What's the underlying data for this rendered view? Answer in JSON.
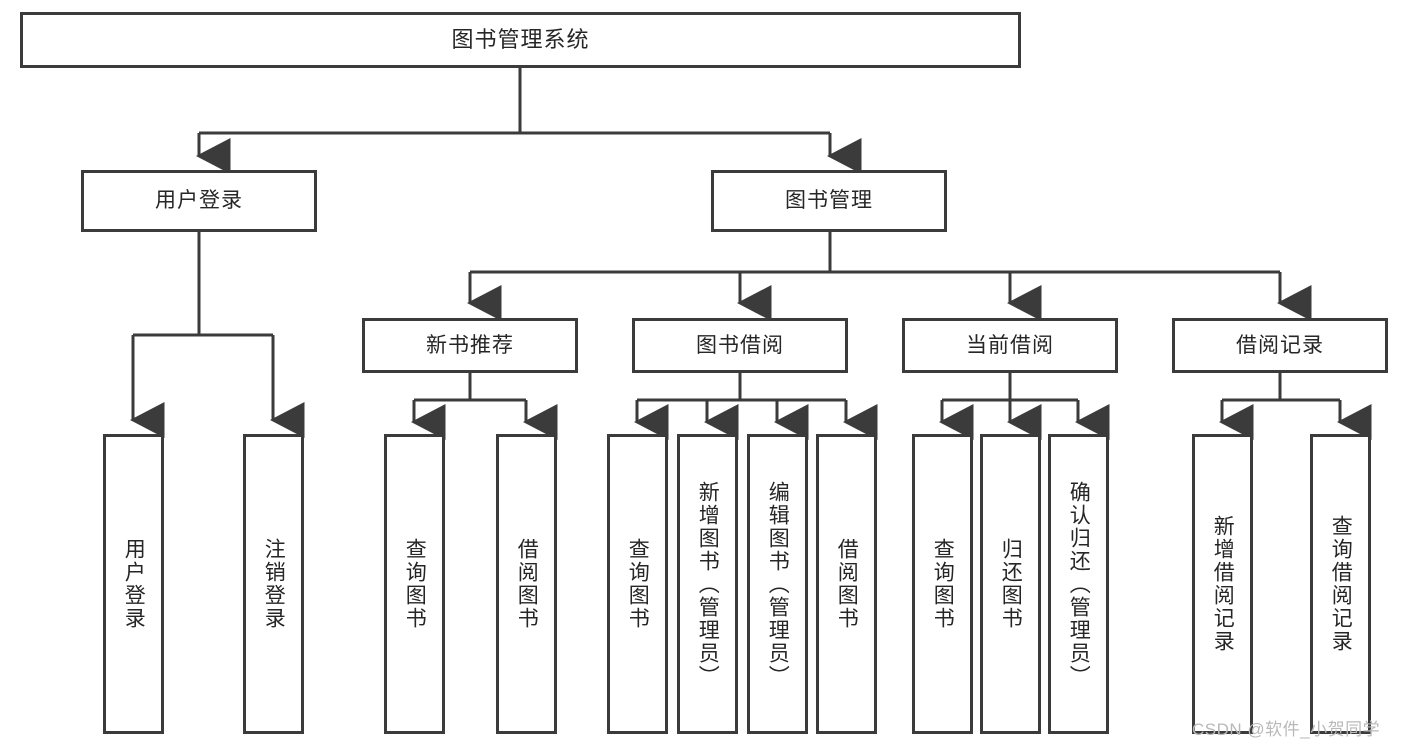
{
  "diagram": {
    "title": "图书管理系统",
    "watermark": "CSDN @软件_小贺同学",
    "colors": {
      "box_border": "#3b3b3b",
      "box_fill": "#ffffff",
      "edge": "#3b3b3b",
      "text": "#262626",
      "watermark": "#b9b9b9"
    },
    "nodes": {
      "root": {
        "label": "图书管理系统"
      },
      "level2": [
        {
          "label": "用户登录"
        },
        {
          "label": "图书管理"
        }
      ],
      "level3": [
        {
          "label": "新书推荐"
        },
        {
          "label": "图书借阅"
        },
        {
          "label": "当前借阅"
        },
        {
          "label": "借阅记录"
        }
      ],
      "leaves": {
        "user_login": [
          {
            "label": "用户登录"
          },
          {
            "label": "注销登录"
          }
        ],
        "new_book_recommend": [
          {
            "label": "查询图书"
          },
          {
            "label": "借阅图书"
          }
        ],
        "book_borrow": [
          {
            "label": "查询图书"
          },
          {
            "label": "新增图书（管理员）"
          },
          {
            "label": "编辑图书（管理员）"
          },
          {
            "label": "借阅图书"
          }
        ],
        "current_borrow": [
          {
            "label": "查询图书"
          },
          {
            "label": "归还图书"
          },
          {
            "label": "确认归还（管理员）"
          }
        ],
        "borrow_record": [
          {
            "label": "新增借阅记录"
          },
          {
            "label": "查询借阅记录"
          }
        ]
      }
    }
  }
}
